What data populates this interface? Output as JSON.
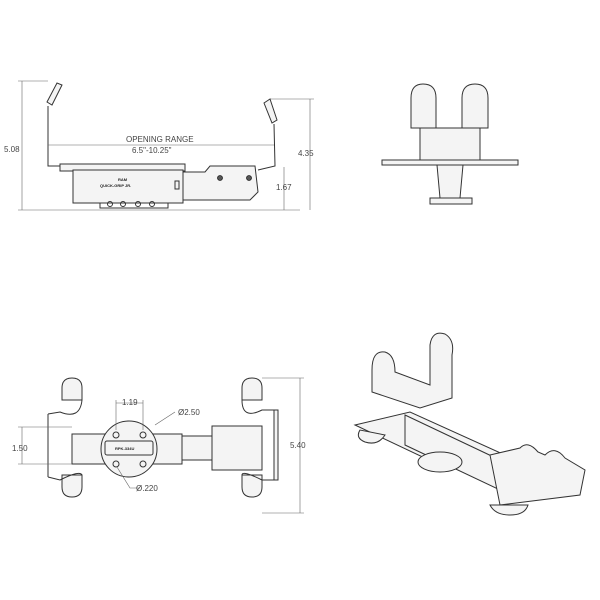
{
  "side_view": {
    "overall_height": "5.08",
    "arm_height": "4.35",
    "base_height": "1.67",
    "opening_label": "OPENING RANGE",
    "opening_value": "6.5\"-10.25\"",
    "brand_logo": "RAM",
    "product_logo": "QUICK-GRIP JR."
  },
  "top_view": {
    "hole_spacing": "1.19",
    "ball_diameter": "Ø2.50",
    "base_width": "1.50",
    "overall_length": "5.40",
    "hole_diameter": "Ø.220",
    "plate_label": "RPK-334U"
  },
  "colors": {
    "line": "#333333",
    "text": "#444444"
  }
}
